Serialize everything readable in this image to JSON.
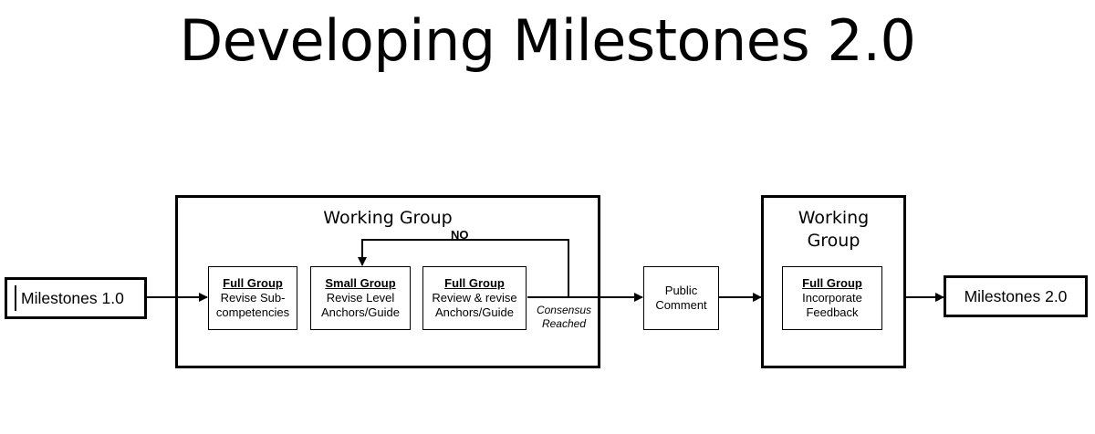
{
  "title": "Developing Milestones 2.0",
  "start_node": "Milestones 1.0",
  "end_node": "Milestones 2.0",
  "working_group_1": {
    "label": "Working Group",
    "steps": [
      {
        "head": "Full Group",
        "text": "Revise Sub-\ncompetencies"
      },
      {
        "head": "Small Group",
        "text": "Revise Level\nAnchors/Guide"
      },
      {
        "head": "Full Group",
        "text": "Review & revise\nAnchors/Guide"
      }
    ],
    "loop_label": "NO",
    "exit_label": "Consensus\nReached"
  },
  "public_comment": "Public\nComment",
  "working_group_2": {
    "label": "Working\nGroup",
    "step": {
      "head": "Full Group",
      "text": "Incorporate\nFeedback"
    }
  }
}
